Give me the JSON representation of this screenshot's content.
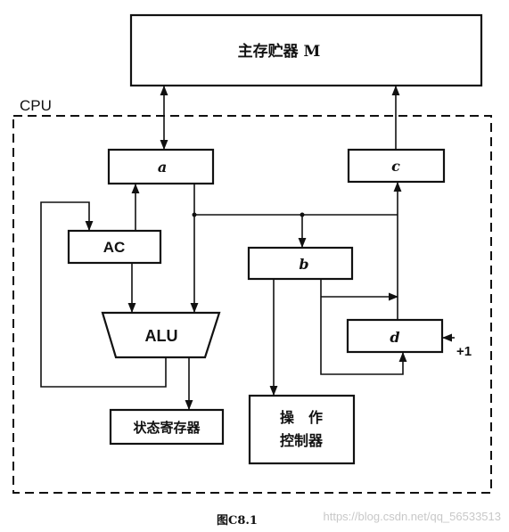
{
  "diagram": {
    "memory_label": "主存贮器 M",
    "cpu_label": "CPU",
    "reg_a": "a",
    "reg_c": "c",
    "reg_ac": "AC",
    "reg_b": "b",
    "alu": "ALU",
    "reg_d": "d",
    "plus_one": "+1",
    "status_register": "状态寄存器",
    "control_line1": "操　作",
    "control_line2": "控制器"
  },
  "caption": "图C8.1",
  "watermark": "https://blog.csdn.net/qq_56533513"
}
